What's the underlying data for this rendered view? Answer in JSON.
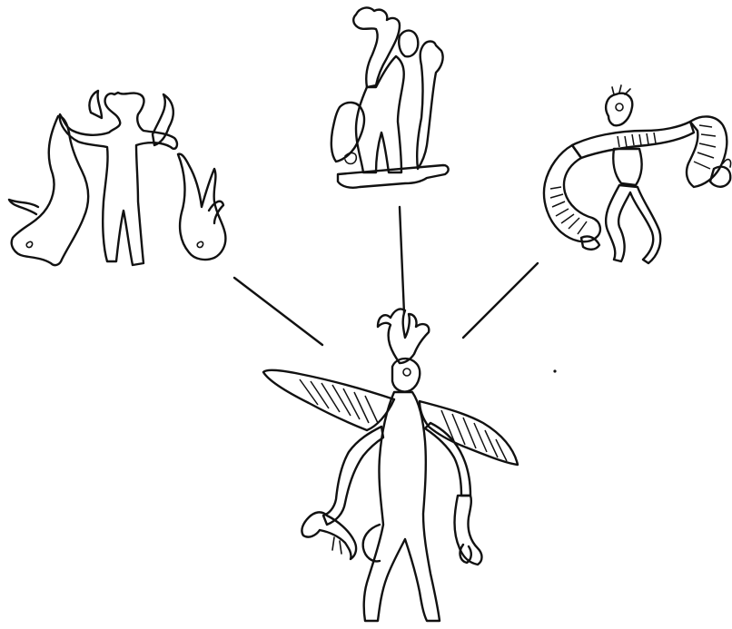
{
  "figure": {
    "background": "#ffffff",
    "ink_color": "#111111",
    "panels": [
      {
        "name": "figure-between-two-animals-left"
      },
      {
        "name": "figure-with-raised-arm-top"
      },
      {
        "name": "bird-headed-figure-with-animals-right"
      },
      {
        "name": "winged-antlered-figure-center"
      }
    ],
    "connectors": 3
  }
}
